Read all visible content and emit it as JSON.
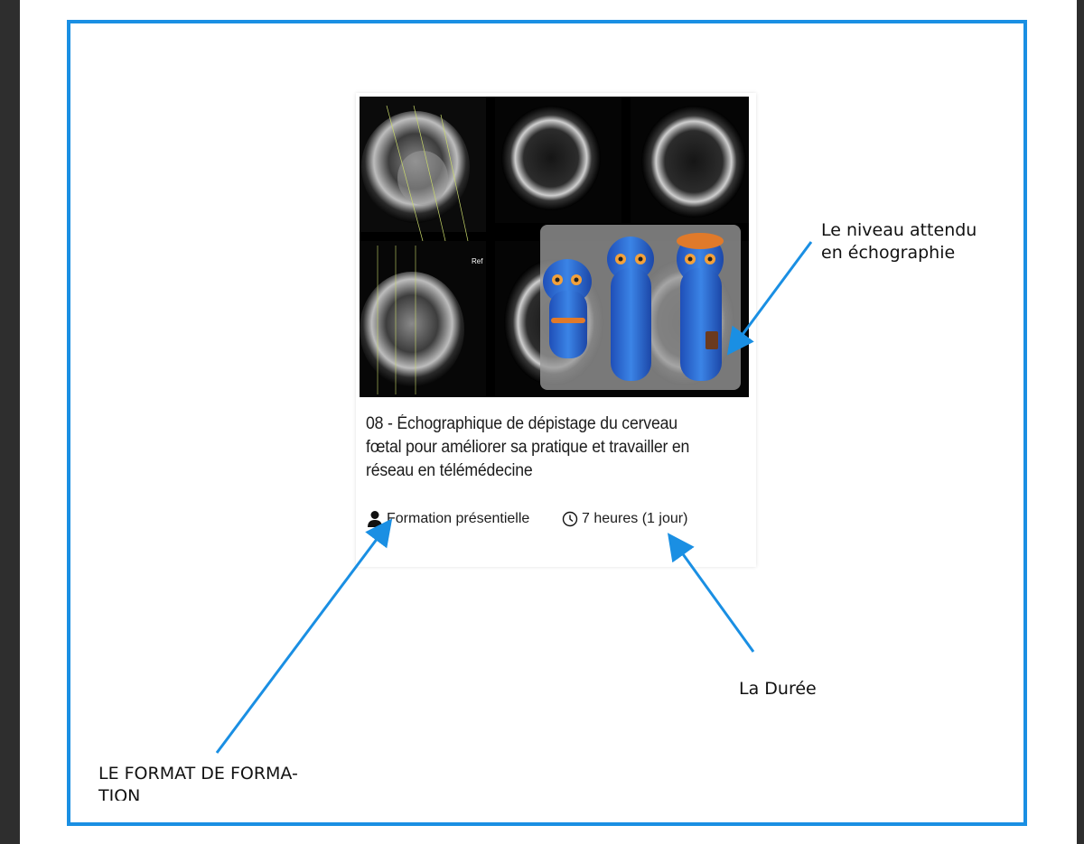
{
  "card": {
    "title": "08 - Échographique de dépistage du cerveau fœtal pour améliorer sa pratique et travailler en réseau en télémédecine",
    "format_label": "Formation présentielle",
    "duration_label": "7 heures (1 jour)",
    "image_overlay_text": "Ref",
    "image_alt": "Ultrasound images of fetal brain with three blue mascot characters"
  },
  "annotations": {
    "level": "Le niveau attendu\nen échographie",
    "duration": "La Durée",
    "format": "LE FORMAT DE FORMA-\nTION"
  },
  "colors": {
    "frame": "#1a8fe3",
    "arrow": "#1a8fe3",
    "mascot": "#2f6fd6",
    "mascot_accent": "#e07a2a"
  }
}
